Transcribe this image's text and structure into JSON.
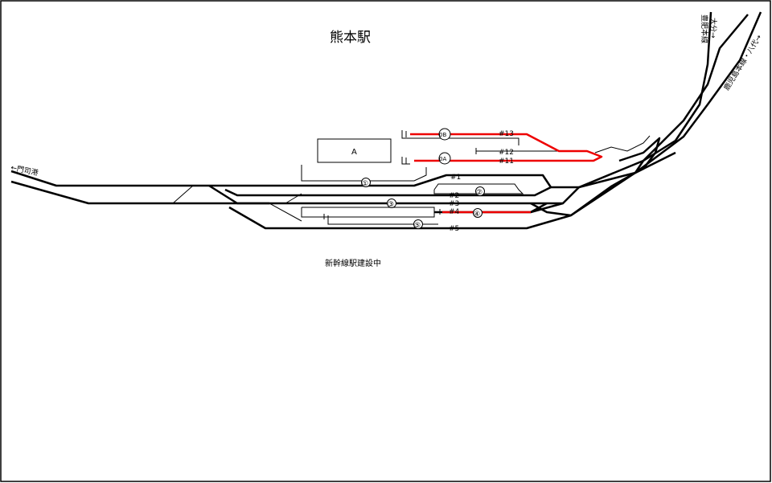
{
  "title": "熊本駅",
  "note": "新幹線駅建設中",
  "building_label": "A",
  "directions": {
    "left": "←門司港",
    "top_right_1": "豊肥本線",
    "top_right_2": "大分→",
    "right": "鹿児島本線・八代→"
  },
  "platforms": {
    "p1": "①",
    "p2": "②",
    "p3": "③",
    "p4": "④",
    "p5": "⑤",
    "p0a": "0A",
    "p0b": "0B"
  },
  "tracks": {
    "t1": "#1",
    "t2": "#2",
    "t3": "#3",
    "t4": "#4",
    "t5": "#5",
    "t11": "#11",
    "t12": "#12",
    "t13": "#13"
  },
  "colors": {
    "track": "#000000",
    "highlight": "#ee0000",
    "background": "#ffffff"
  }
}
